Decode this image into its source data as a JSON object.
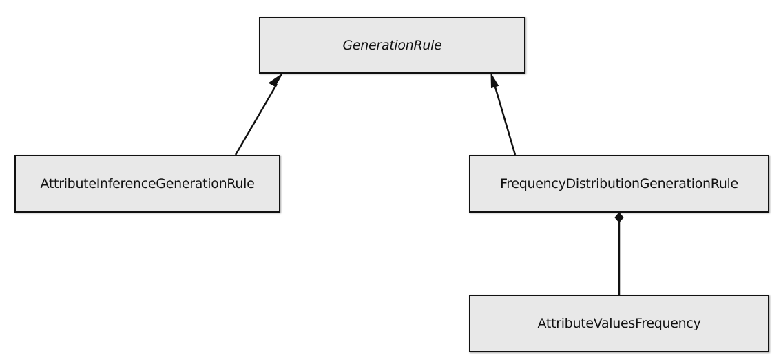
{
  "diagram": {
    "classes": {
      "generation_rule": {
        "name": "GenerationRule",
        "abstract": true
      },
      "attribute_inference_generation_rule": {
        "name": "AttributeInferenceGenerationRule",
        "abstract": false
      },
      "frequency_distribution_generation_rule": {
        "name": "FrequencyDistributionGenerationRule",
        "abstract": false
      },
      "attribute_values_frequency": {
        "name": "AttributeValuesFrequency",
        "abstract": false
      }
    },
    "relationships": [
      {
        "type": "generalization",
        "from": "AttributeInferenceGenerationRule",
        "to": "GenerationRule"
      },
      {
        "type": "generalization",
        "from": "FrequencyDistributionGenerationRule",
        "to": "GenerationRule"
      },
      {
        "type": "composition",
        "whole": "FrequencyDistributionGenerationRule",
        "part": "AttributeValuesFrequency"
      }
    ],
    "colors": {
      "box_fill": "#e8e8e8",
      "stroke": "#111111",
      "background": "#ffffff"
    }
  }
}
